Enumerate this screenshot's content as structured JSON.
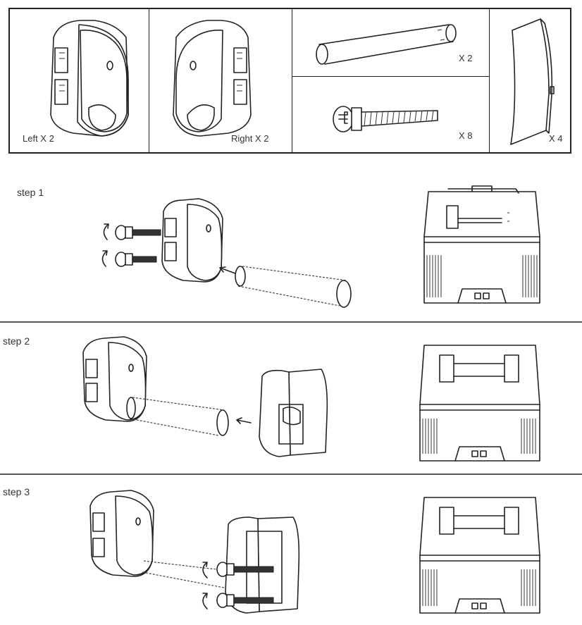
{
  "parts": {
    "left_bracket": {
      "quantity": "Left X 2"
    },
    "right_bracket": {
      "quantity": "Right X 2"
    },
    "tube": {
      "quantity": "X 2"
    },
    "screw": {
      "quantity": "X 8"
    },
    "cover_plate": {
      "quantity": "X 4"
    }
  },
  "steps": [
    {
      "label": "step 1"
    },
    {
      "label": "step 2"
    },
    {
      "label": "step 3"
    }
  ]
}
